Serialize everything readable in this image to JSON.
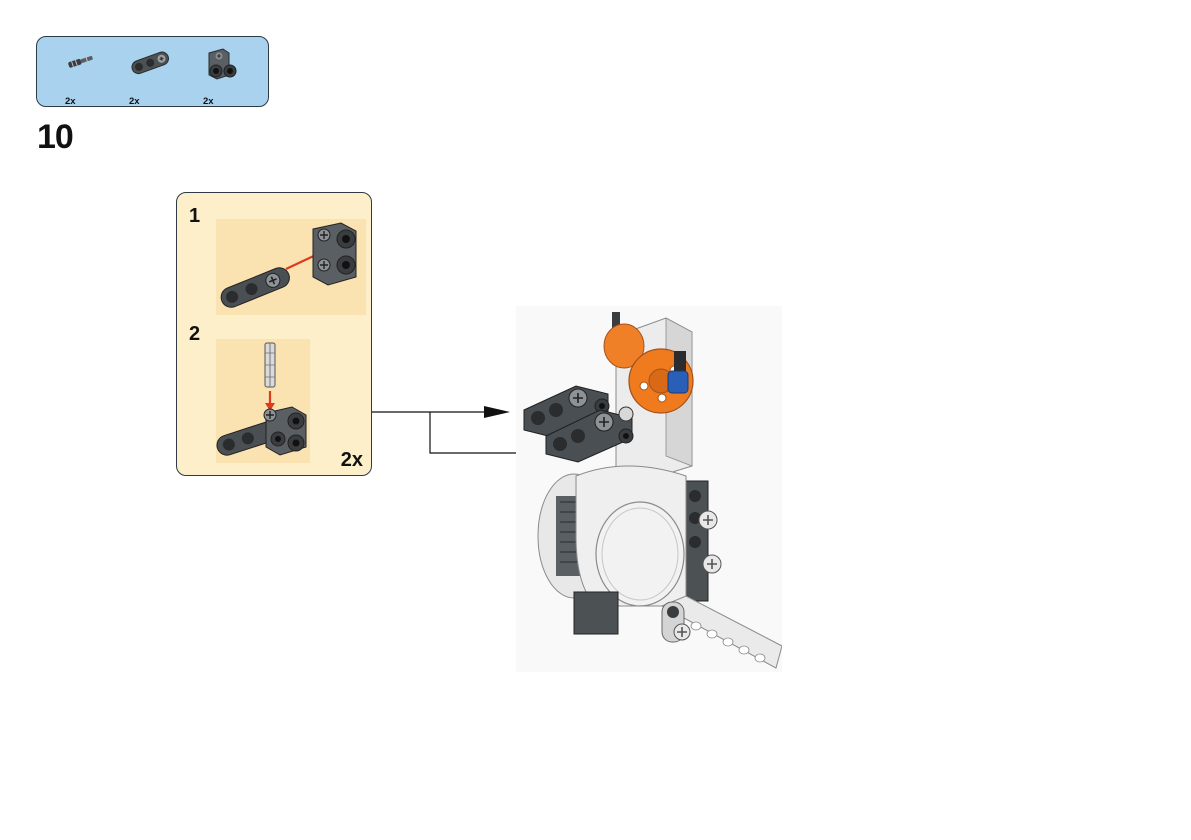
{
  "parts_list": {
    "items": [
      {
        "name": "axle-pin",
        "qty": "2x"
      },
      {
        "name": "connector-beam",
        "qty": "2x"
      },
      {
        "name": "cross-block",
        "qty": "2x"
      }
    ]
  },
  "step": {
    "number": "10"
  },
  "sub_assembly": {
    "steps": [
      {
        "number": "1"
      },
      {
        "number": "2"
      }
    ],
    "multiplier": "2x"
  },
  "colors": {
    "parts_box_bg": "#a9d2ef",
    "sub_box_bg": "#fdefc9",
    "sub_panel_bg": "#fae2b1",
    "arrow_red": "#e03a1e",
    "brick_dark": "#505558",
    "brick_white": "#e8e8e8",
    "brick_orange": "#f07a1e",
    "brick_blue": "#2a5fb8"
  }
}
